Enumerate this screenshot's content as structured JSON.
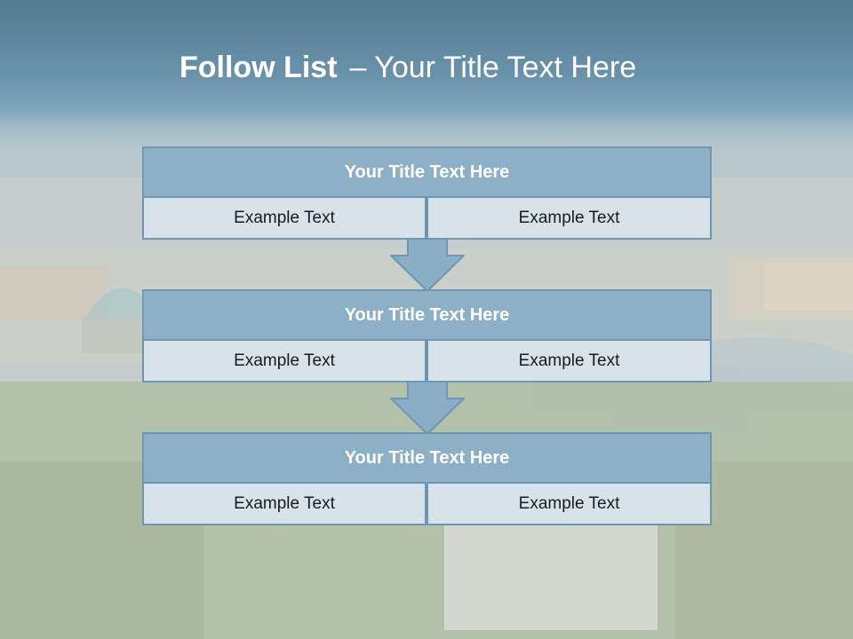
{
  "slide": {
    "title_bold": "Follow List",
    "title_rest": "– Your Title Text Here"
  },
  "blocks": [
    {
      "title": "Your Title Text Here",
      "left_text": "Example Text",
      "right_text": "Example Text"
    },
    {
      "title": "Your Title Text Here",
      "left_text": "Example Text",
      "right_text": "Example Text"
    },
    {
      "title": "Your Title Text Here",
      "left_text": "Example Text",
      "right_text": "Example Text"
    }
  ],
  "colors": {
    "header_band": "#5f8aa4",
    "block_title_fill": "#8db0c7",
    "cell_fill": "#d7e2ea",
    "border": "#6f97b1",
    "arrow_fill": "#89aec6"
  }
}
